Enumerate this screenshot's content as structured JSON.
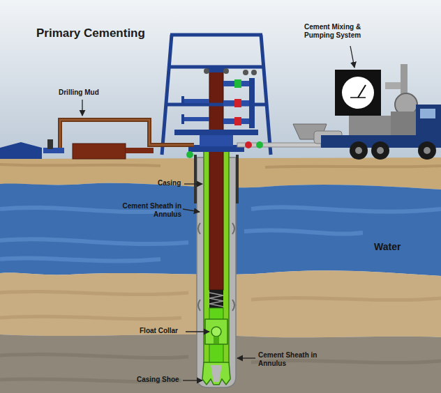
{
  "diagram": {
    "title": "Primary Cementing",
    "labels": [
      "Drilling Mud",
      "Cement Mixing & Pumping System",
      "Casing",
      "Cement Sheath in Annulus",
      "Water",
      "Float Collar",
      "Cement Sheath in Annulus",
      "Casing Shoe"
    ]
  }
}
